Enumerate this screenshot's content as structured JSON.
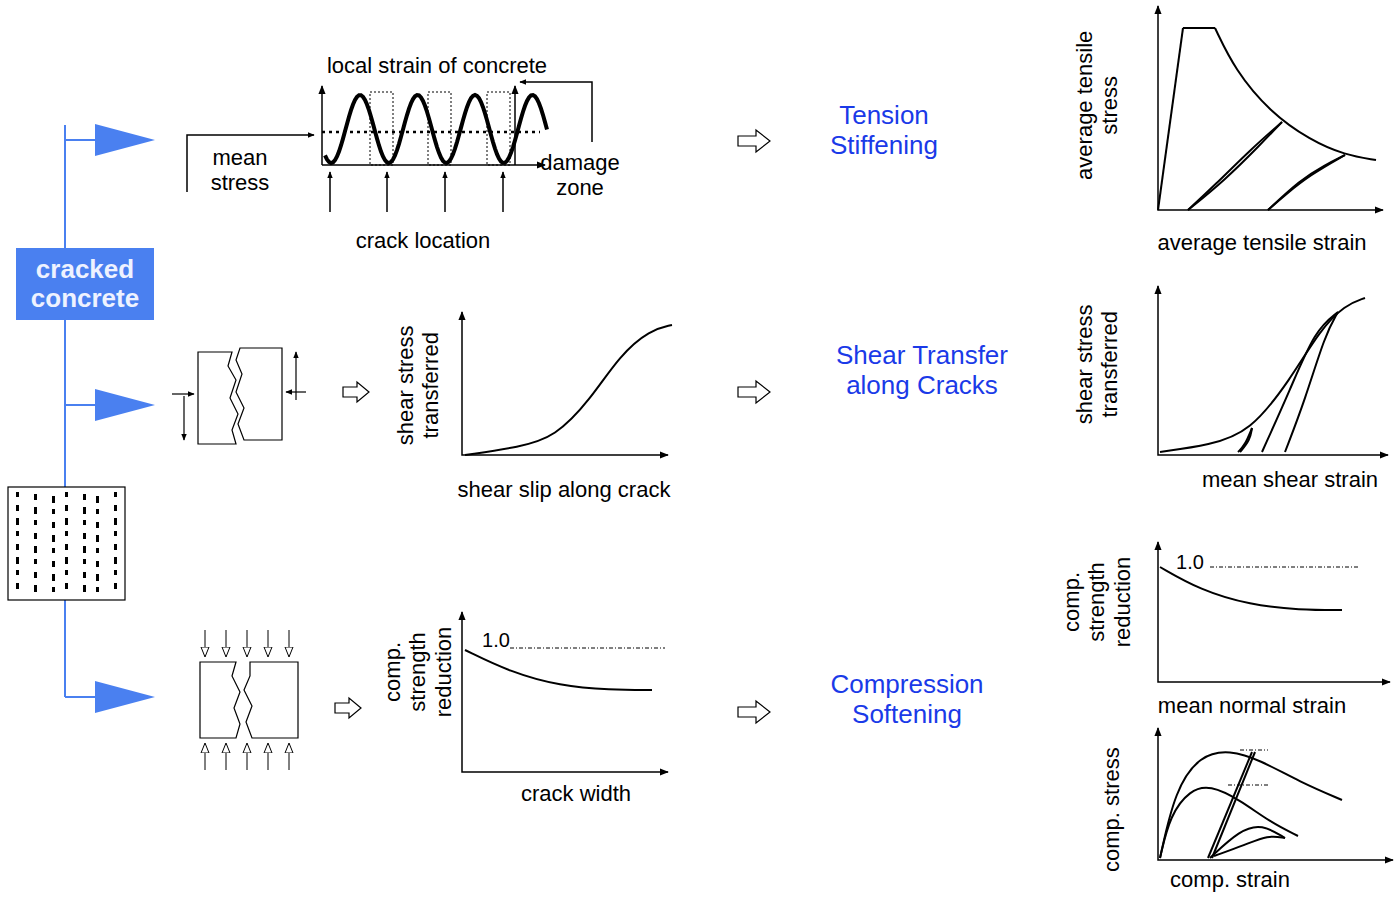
{
  "diagram": {
    "nodes": [
      {
        "text": [
          "cracked concrete"
        ]
      }
    ],
    "labels": [
      "local strain of concrete",
      "mean stress",
      "damage zone",
      "crack location",
      "Tension Stiffening",
      "average tensile stress",
      "average tensile strain",
      "shear stress transferred",
      "shear slip along crack",
      "Shear Transfer along Cracks",
      "shear stress transferred",
      "mean shear strain",
      "comp. strength reduction",
      "1.0",
      "mean normal strain",
      "comp. strength reduction",
      "1.0",
      "crack width",
      "Compression Softening",
      "comp. stress",
      "comp. strain"
    ]
  }
}
